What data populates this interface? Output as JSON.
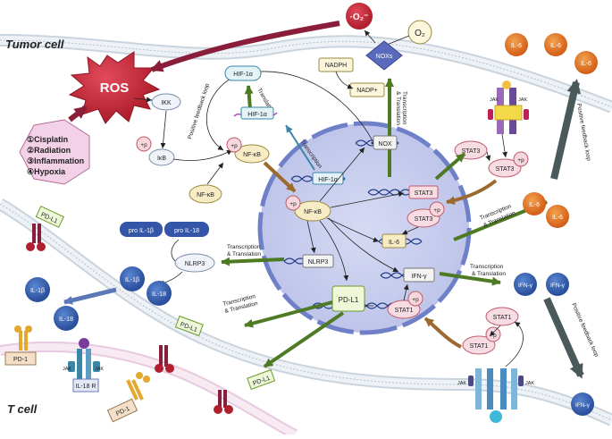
{
  "regions": {
    "tumor_cell": "Tumor cell",
    "t_cell": "T cell"
  },
  "ros": {
    "label": "ROS",
    "stressors": [
      "①Cisplatin",
      "②Radiation",
      "③Inflammation",
      "④Hypoxia"
    ]
  },
  "oxygen": {
    "superoxide": "·O₂⁻",
    "o2": "O₂"
  },
  "enzymes": {
    "noxs": "NOXs",
    "nadph": "NADPH",
    "nadp": "NADP+",
    "ikk": "IKK",
    "ikb": "IκB",
    "nfkb": "NF-κB",
    "hif1a": "HIF-1α",
    "phospho": "+p"
  },
  "genes": {
    "hif1a": "HIF-1α",
    "nox": "NOX",
    "stat3": "STAT3",
    "il6": "IL-6",
    "nlrp3": "NLRP3",
    "ifng": "IFN-γ",
    "pdl1": "PD-L1"
  },
  "nucleus_proteins": {
    "nfkb": "NF-κB",
    "stat3": "STAT3",
    "stat1": "STAT1",
    "pdl1": "PD-L1"
  },
  "cytoplasm": {
    "stat3": "STAT3",
    "stat1": "STAT1",
    "pro_il1b": "pro IL-1β",
    "pro_il18": "pro IL-18",
    "nlrp3": "NLRP3",
    "il1b": "IL-1β",
    "il18": "IL-18",
    "pdl1": "PD-L1",
    "jak": "JAK"
  },
  "extracellular": {
    "il6": [
      "IL-6",
      "IL-6",
      "IL-6",
      "IL-6",
      "IL-6"
    ],
    "ifng": [
      "IFN-γ",
      "IFN-γ",
      "IFN-γ"
    ],
    "il1b": "IL-1β",
    "il18": "IL-18",
    "pdl1": "PD-L1",
    "pd1": "PD-1",
    "il18r": "IL-18 R"
  },
  "annotations": {
    "positive_feedback": "Positive feedback loop",
    "translation": "Translation",
    "transcription": "Transcription",
    "tt_1": "Transcription",
    "tt_2": "& Translation"
  },
  "colors": {
    "ros_red": "#e0262b",
    "arrow_green": "#4d7a23",
    "arrow_brown": "#9c6a2e",
    "arrow_maroon": "#8a1e3a",
    "nucleus": "#c3c8ee",
    "cytokine_orange": "#e27320",
    "cytokine_blue": "#3464b8",
    "membrane": "#dde6ee"
  }
}
